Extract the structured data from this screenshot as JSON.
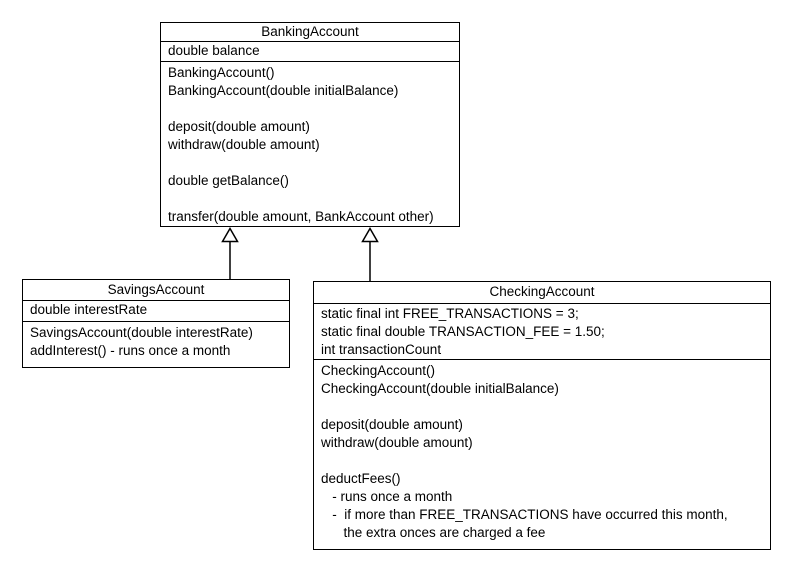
{
  "diagram": {
    "type": "uml-class-diagram",
    "colors": {
      "line": "#000000",
      "background": "#ffffff"
    },
    "classes": [
      {
        "id": "banking",
        "name": "BankingAccount",
        "fields": [
          "double balance"
        ],
        "methods": [
          "BankingAccount()",
          "BankingAccount(double initialBalance)",
          "",
          "deposit(double amount)",
          "withdraw(double amount)",
          "",
          "double getBalance()",
          "",
          "transfer(double amount, BankAccount other)"
        ]
      },
      {
        "id": "savings",
        "name": "SavingsAccount",
        "fields": [
          "double interestRate"
        ],
        "methods": [
          "SavingsAccount(double interestRate)",
          "addInterest() - runs once a month"
        ]
      },
      {
        "id": "checking",
        "name": "CheckingAccount",
        "fields": [
          "static final int FREE_TRANSACTIONS = 3;",
          "static final double TRANSACTION_FEE = 1.50;",
          "int transactionCount"
        ],
        "methods": [
          "CheckingAccount()",
          "CheckingAccount(double initialBalance)",
          "",
          "deposit(double amount)",
          "withdraw(double amount)",
          "",
          "deductFees()",
          "   - runs once a month",
          "   -  if more than FREE_TRANSACTIONS have occurred this month,",
          "      the extra onces are charged a fee"
        ]
      }
    ],
    "relations": [
      {
        "from": "SavingsAccount",
        "to": "BankingAccount",
        "type": "inheritance"
      },
      {
        "from": "CheckingAccount",
        "to": "BankingAccount",
        "type": "inheritance"
      }
    ]
  }
}
